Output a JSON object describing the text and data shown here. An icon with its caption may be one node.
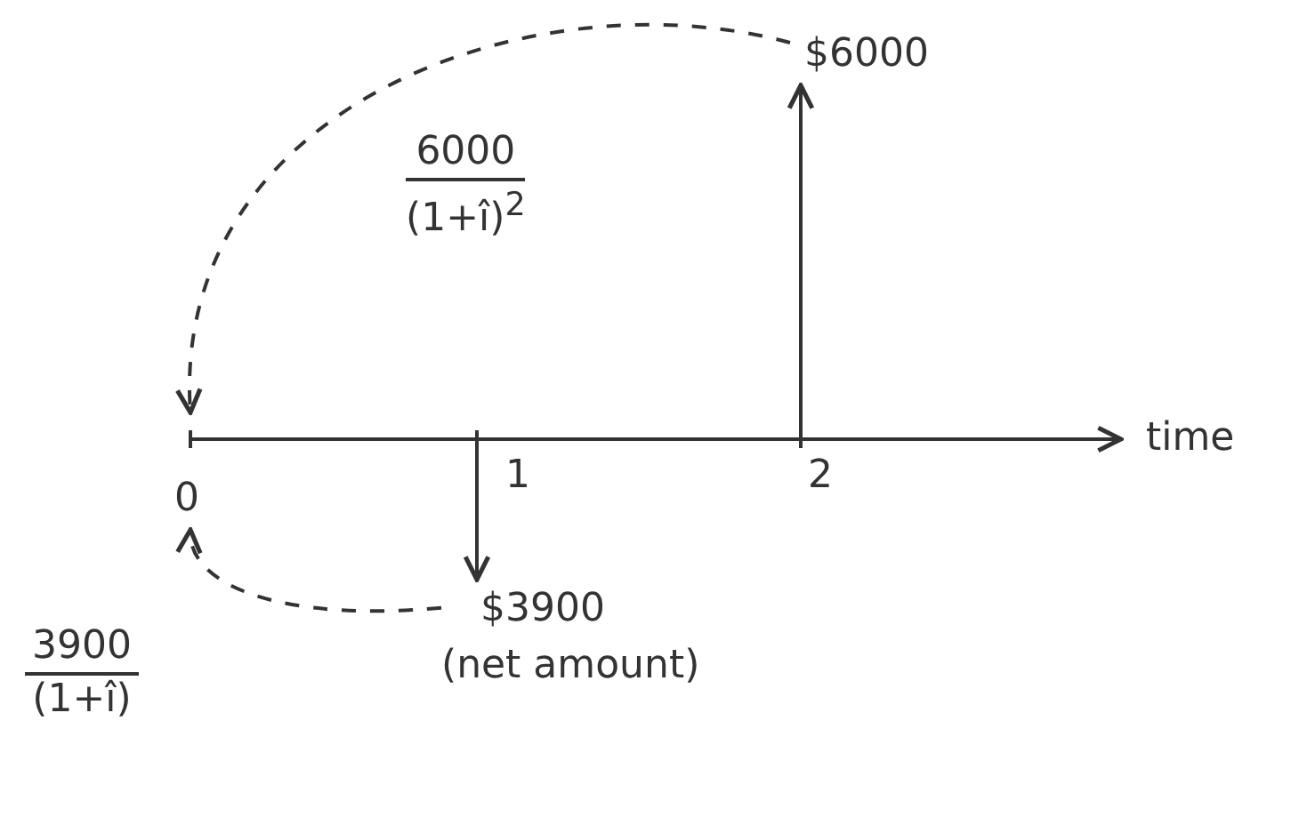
{
  "diagram": {
    "nodes": [
      {
        "text": [
          "$6000"
        ]
      },
      {
        "text": [
          "$3900",
          "(net amount)"
        ]
      },
      {
        "text": [
          "0"
        ]
      },
      {
        "text": [
          "1"
        ]
      },
      {
        "text": [
          "2"
        ]
      }
    ],
    "edges": [
      {
        "from": 0,
        "to": 2,
        "arrow": "to",
        "style": "dashed"
      },
      {
        "from": 1,
        "to": 2,
        "arrow": "to",
        "style": "dashed"
      },
      {
        "from": 4,
        "to": 0,
        "arrow": "to"
      },
      {
        "from": 3,
        "to": 1,
        "arrow": "to"
      }
    ],
    "labels": [
      "6000",
      "(1+î)$^{2}$",
      "3900",
      "(1+î)",
      "time"
    ]
  }
}
